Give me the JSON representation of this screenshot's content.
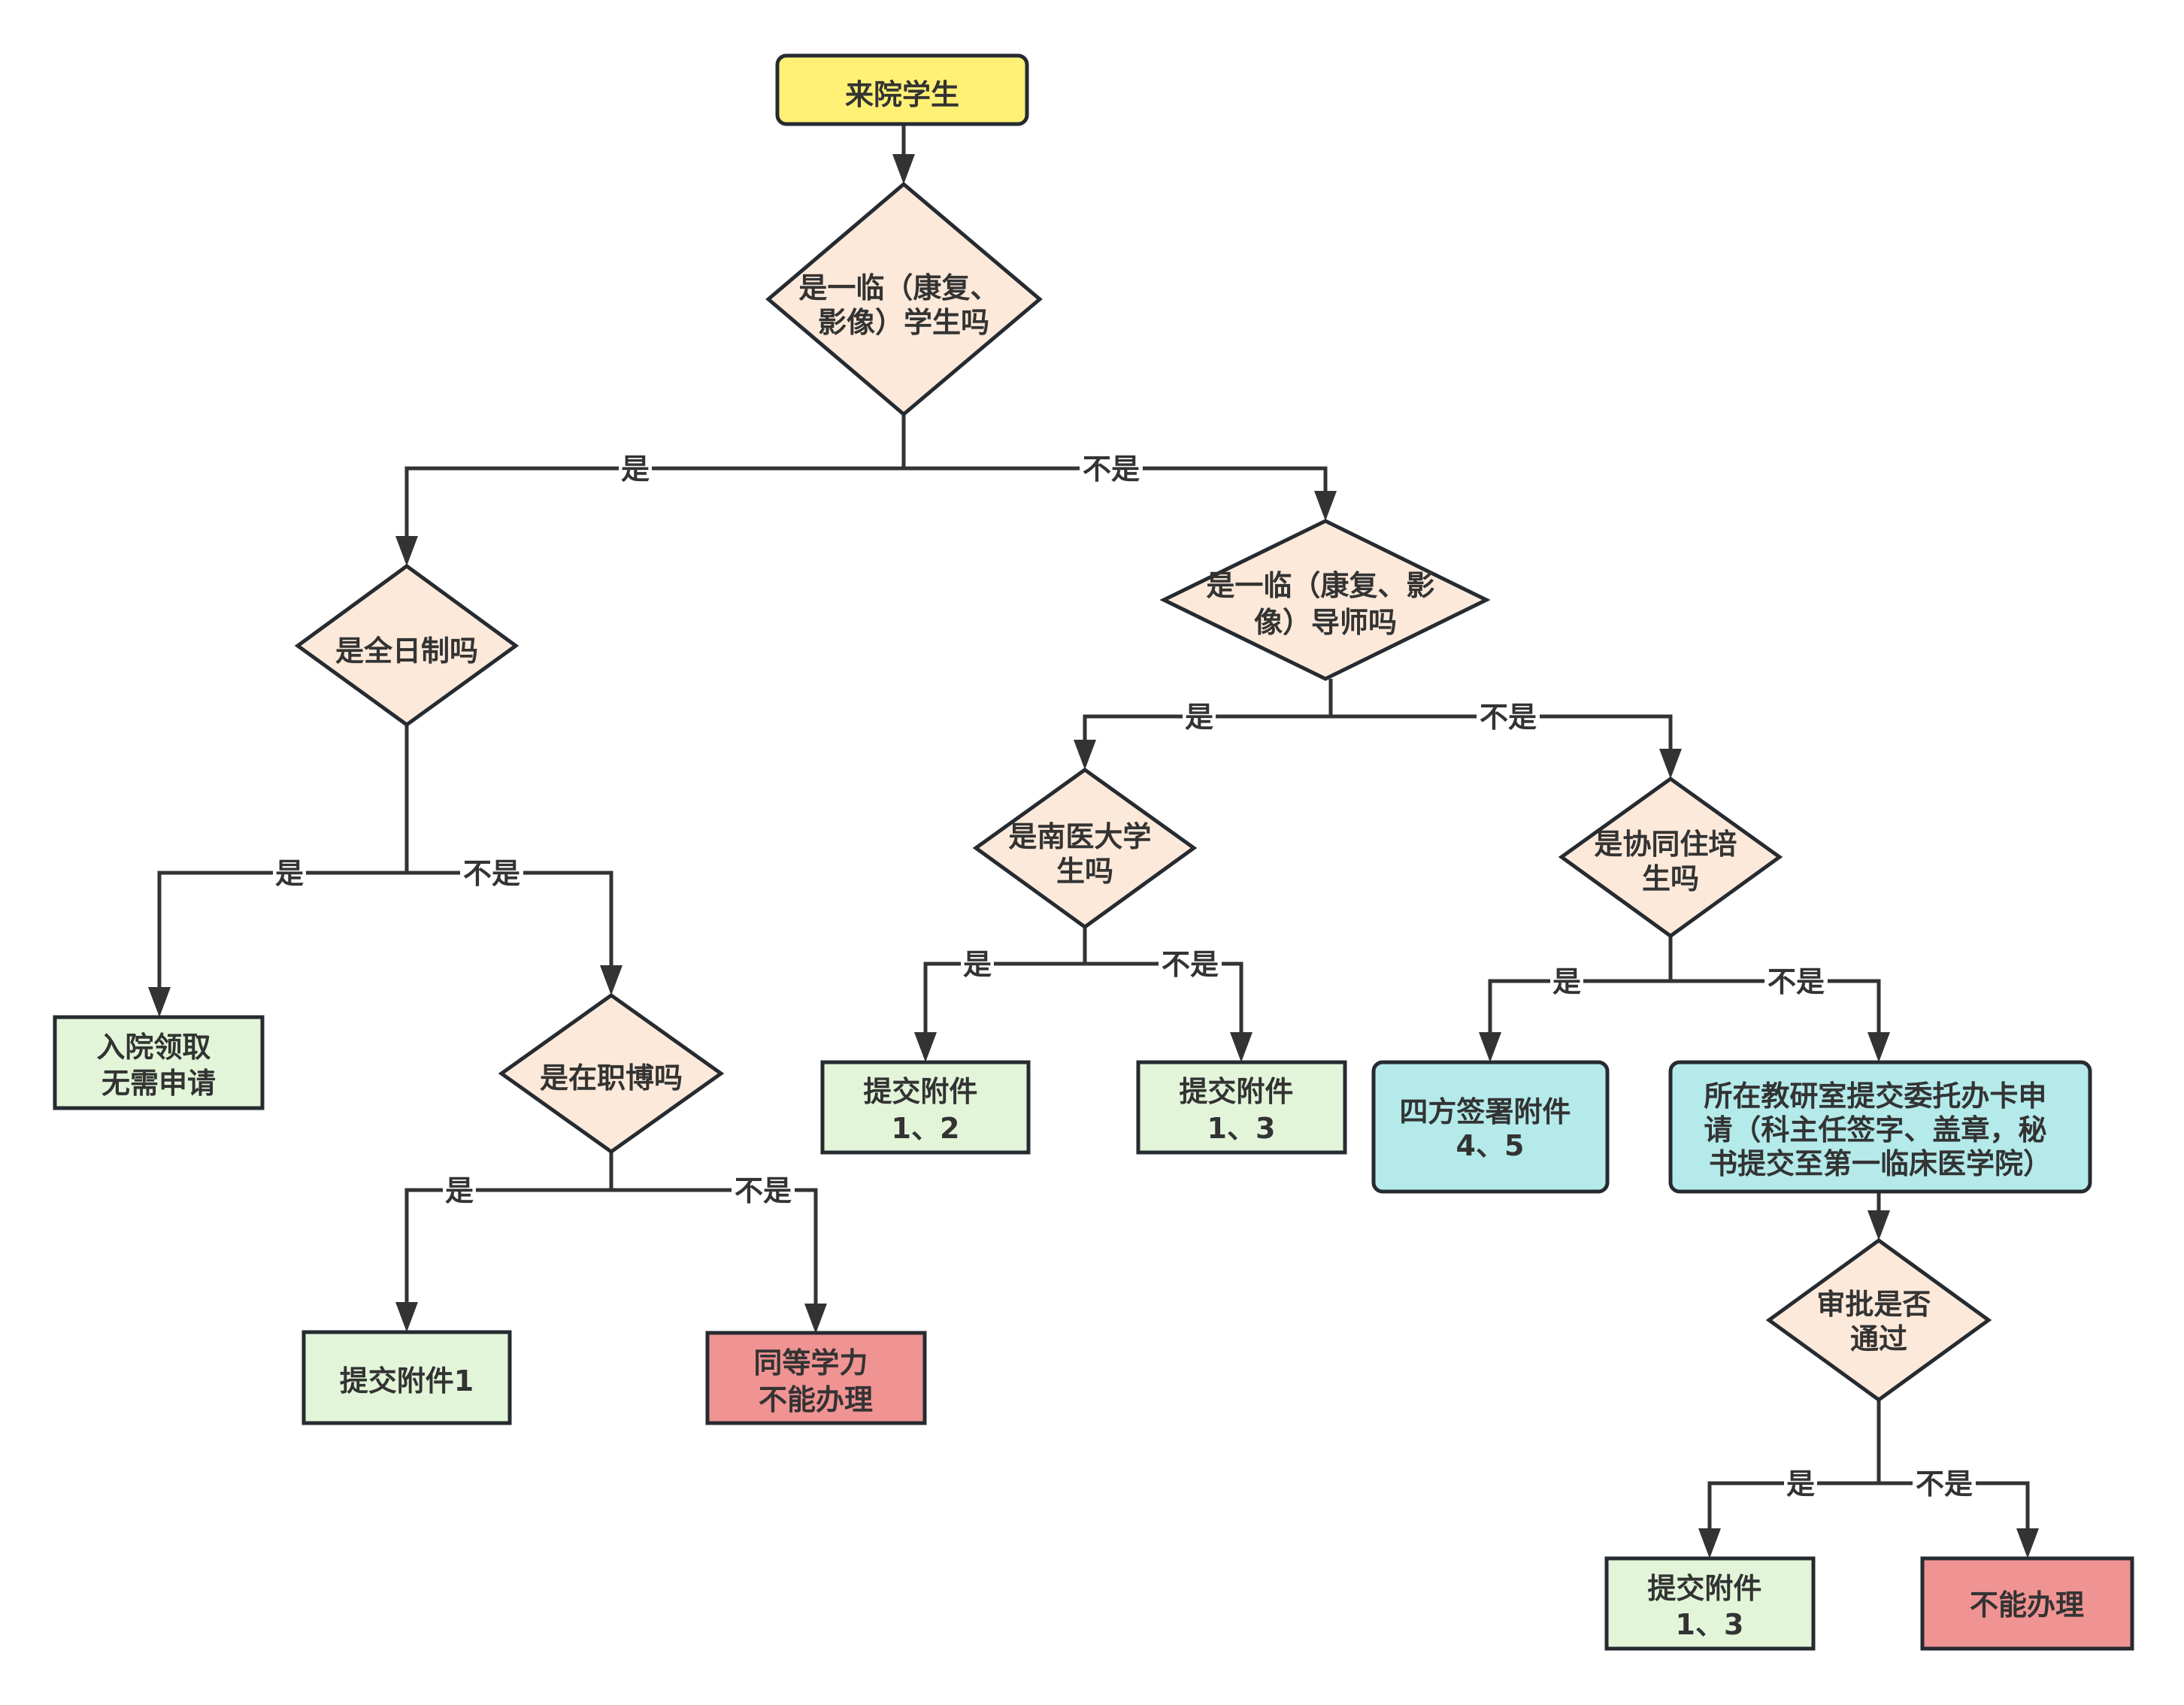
{
  "colors": {
    "background": "#ffffff",
    "start_fill": "#fff176",
    "decision_fill": "#fce9da",
    "green_fill": "#e2f5d9",
    "cyan_fill": "#b4eaea",
    "red_fill": "#f09393",
    "shape_stroke": "#262b31",
    "edge_stroke": "#333333",
    "text": "#333333"
  },
  "nodes": {
    "start": {
      "type": "start",
      "lines": [
        "来院学生"
      ]
    },
    "q_student": {
      "type": "decision",
      "lines": [
        "是一临（康复、",
        "影像）学生吗"
      ]
    },
    "q_fulltime": {
      "type": "decision",
      "lines": [
        "是全日制吗"
      ]
    },
    "r_pickup": {
      "type": "result",
      "lines": [
        "入院领取",
        "无需申请"
      ]
    },
    "q_onjob": {
      "type": "decision",
      "lines": [
        "是在职博吗"
      ]
    },
    "r_attach_1": {
      "type": "result",
      "lines": [
        "提交附件1"
      ]
    },
    "r_equivalent": {
      "type": "reject",
      "lines": [
        "同等学力",
        "不能办理"
      ]
    },
    "q_supervisor": {
      "type": "decision",
      "lines": [
        "是一临（康复、影",
        "像）导师吗"
      ]
    },
    "q_nmu": {
      "type": "decision",
      "lines": [
        "是南医大学",
        "生吗"
      ]
    },
    "r_attach_12": {
      "type": "result",
      "lines": [
        "提交附件",
        "1、2"
      ]
    },
    "r_attach_13_a": {
      "type": "result",
      "lines": [
        "提交附件",
        "1、3"
      ]
    },
    "q_collab": {
      "type": "decision",
      "lines": [
        "是协同住培",
        "生吗"
      ]
    },
    "p_fourparty": {
      "type": "process",
      "lines": [
        "四方签署附件",
        "4、5"
      ]
    },
    "p_apply": {
      "type": "process",
      "lines": [
        "所在教研室提交委托办卡申",
        "请（科主任签字、盖章，秘",
        "书提交至第一临床医学院）"
      ]
    },
    "q_approval": {
      "type": "decision",
      "lines": [
        "审批是否",
        "通过"
      ]
    },
    "r_attach_13_b": {
      "type": "result",
      "lines": [
        "提交附件",
        "1、3"
      ]
    },
    "r_cannot": {
      "type": "reject",
      "lines": [
        "不能办理"
      ]
    }
  },
  "edge_labels": {
    "q_student_yes": "是",
    "q_student_no": "不是",
    "q_fulltime_yes": "是",
    "q_fulltime_no": "不是",
    "q_onjob_yes": "是",
    "q_onjob_no": "不是",
    "q_supervisor_yes": "是",
    "q_supervisor_no": "不是",
    "q_nmu_yes": "是",
    "q_nmu_no": "不是",
    "q_collab_yes": "是",
    "q_collab_no": "不是",
    "q_approval_yes": "是",
    "q_approval_no": "不是"
  }
}
